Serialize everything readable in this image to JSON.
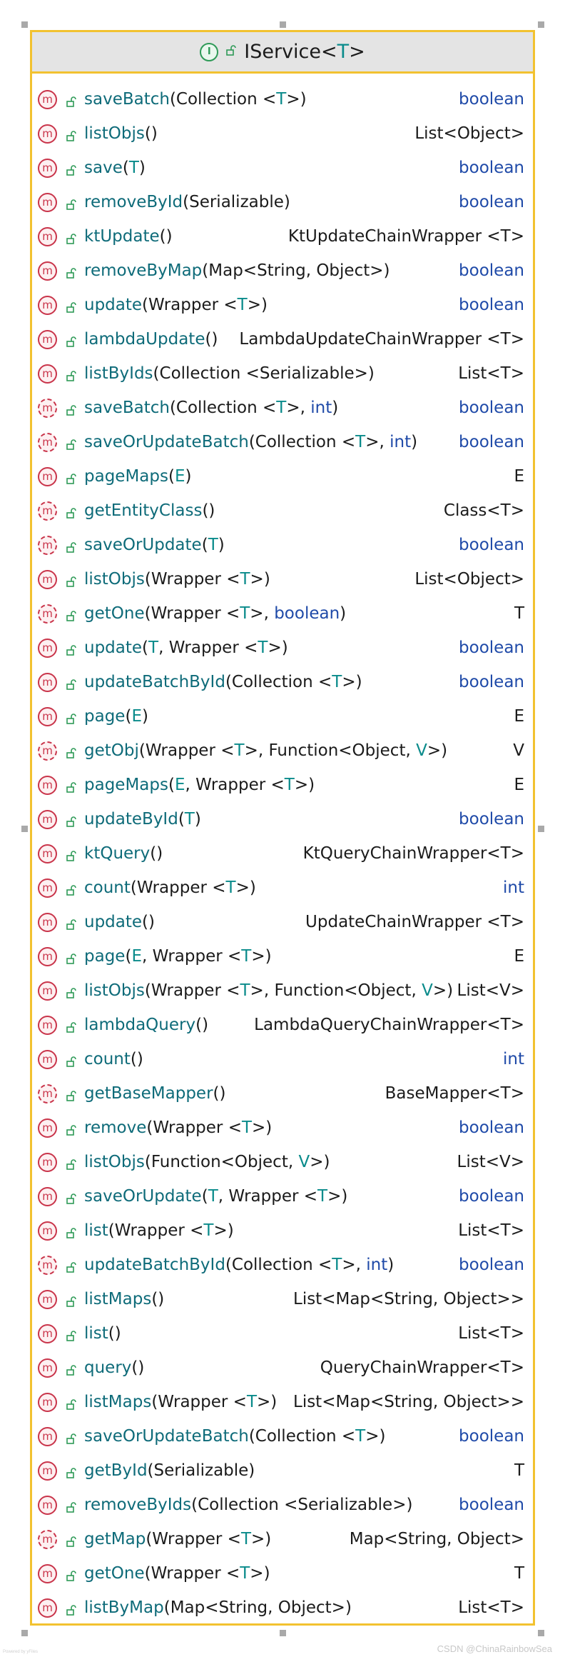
{
  "interface": {
    "icon_letter": "I",
    "name": "IService",
    "type_param": "T"
  },
  "members": [
    {
      "name": "saveBatch",
      "params": [
        {
          "t": "(Collection <"
        },
        {
          "t": "T",
          "c": "tp"
        },
        {
          "t": ">)"
        }
      ],
      "ret": "boolean",
      "ret_kw": true,
      "dashed": false
    },
    {
      "name": "listObjs",
      "params": [
        {
          "t": "()"
        }
      ],
      "ret": "List<Object>",
      "ret_kw": false,
      "dashed": false
    },
    {
      "name": "save",
      "params": [
        {
          "t": "("
        },
        {
          "t": "T",
          "c": "tp"
        },
        {
          "t": ")"
        }
      ],
      "ret": "boolean",
      "ret_kw": true,
      "dashed": false
    },
    {
      "name": "removeById",
      "params": [
        {
          "t": "(Serializable)"
        }
      ],
      "ret": "boolean",
      "ret_kw": true,
      "dashed": false
    },
    {
      "name": "ktUpdate",
      "params": [
        {
          "t": "()"
        }
      ],
      "ret": "KtUpdateChainWrapper <T>",
      "ret_kw": false,
      "dashed": false
    },
    {
      "name": "removeByMap",
      "params": [
        {
          "t": "(Map<String, Object>)"
        }
      ],
      "ret": "boolean",
      "ret_kw": true,
      "dashed": false
    },
    {
      "name": "update",
      "params": [
        {
          "t": "(Wrapper <"
        },
        {
          "t": "T",
          "c": "tp"
        },
        {
          "t": ">)"
        }
      ],
      "ret": "boolean",
      "ret_kw": true,
      "dashed": false
    },
    {
      "name": "lambdaUpdate",
      "params": [
        {
          "t": "()"
        }
      ],
      "ret": "LambdaUpdateChainWrapper <T>",
      "ret_kw": false,
      "dashed": false
    },
    {
      "name": "listByIds",
      "params": [
        {
          "t": "(Collection <Serializable>)"
        }
      ],
      "ret": "List<T>",
      "ret_kw": false,
      "dashed": false
    },
    {
      "name": "saveBatch",
      "params": [
        {
          "t": "(Collection <"
        },
        {
          "t": "T",
          "c": "tp"
        },
        {
          "t": ">, "
        },
        {
          "t": "int",
          "c": "kw"
        },
        {
          "t": ")"
        }
      ],
      "ret": "boolean",
      "ret_kw": true,
      "dashed": true
    },
    {
      "name": "saveOrUpdateBatch",
      "params": [
        {
          "t": "(Collection <"
        },
        {
          "t": "T",
          "c": "tp"
        },
        {
          "t": ">, "
        },
        {
          "t": "int",
          "c": "kw"
        },
        {
          "t": ")"
        }
      ],
      "ret": "boolean",
      "ret_kw": true,
      "dashed": true
    },
    {
      "name": "pageMaps",
      "params": [
        {
          "t": "("
        },
        {
          "t": "E",
          "c": "tp"
        },
        {
          "t": ")"
        }
      ],
      "ret": "E",
      "ret_kw": false,
      "ret_tp": true,
      "dashed": false
    },
    {
      "name": "getEntityClass",
      "params": [
        {
          "t": "()"
        }
      ],
      "ret": "Class<T>",
      "ret_kw": false,
      "dashed": true
    },
    {
      "name": "saveOrUpdate",
      "params": [
        {
          "t": "("
        },
        {
          "t": "T",
          "c": "tp"
        },
        {
          "t": ")"
        }
      ],
      "ret": "boolean",
      "ret_kw": true,
      "dashed": true
    },
    {
      "name": "listObjs",
      "params": [
        {
          "t": "(Wrapper <"
        },
        {
          "t": "T",
          "c": "tp"
        },
        {
          "t": ">)"
        }
      ],
      "ret": "List<Object>",
      "ret_kw": false,
      "dashed": false
    },
    {
      "name": "getOne",
      "params": [
        {
          "t": "(Wrapper <"
        },
        {
          "t": "T",
          "c": "tp"
        },
        {
          "t": ">, "
        },
        {
          "t": "boolean",
          "c": "kw"
        },
        {
          "t": ")"
        }
      ],
      "ret": "T",
      "ret_kw": false,
      "ret_tp": true,
      "dashed": true
    },
    {
      "name": "update",
      "params": [
        {
          "t": "("
        },
        {
          "t": "T",
          "c": "tp"
        },
        {
          "t": ", Wrapper <"
        },
        {
          "t": "T",
          "c": "tp"
        },
        {
          "t": ">)"
        }
      ],
      "ret": "boolean",
      "ret_kw": true,
      "dashed": false
    },
    {
      "name": "updateBatchById",
      "params": [
        {
          "t": "(Collection <"
        },
        {
          "t": "T",
          "c": "tp"
        },
        {
          "t": ">)"
        }
      ],
      "ret": "boolean",
      "ret_kw": true,
      "dashed": false
    },
    {
      "name": "page",
      "params": [
        {
          "t": "("
        },
        {
          "t": "E",
          "c": "tp"
        },
        {
          "t": ")"
        }
      ],
      "ret": "E",
      "ret_kw": false,
      "ret_tp": true,
      "dashed": false
    },
    {
      "name": "getObj",
      "params": [
        {
          "t": "(Wrapper <"
        },
        {
          "t": "T",
          "c": "tp"
        },
        {
          "t": ">, Function<Object, "
        },
        {
          "t": "V",
          "c": "tp"
        },
        {
          "t": ">)"
        }
      ],
      "ret": "V",
      "ret_kw": false,
      "ret_tp": true,
      "dashed": true
    },
    {
      "name": "pageMaps",
      "params": [
        {
          "t": "("
        },
        {
          "t": "E",
          "c": "tp"
        },
        {
          "t": ", Wrapper <"
        },
        {
          "t": "T",
          "c": "tp"
        },
        {
          "t": ">)"
        }
      ],
      "ret": "E",
      "ret_kw": false,
      "ret_tp": true,
      "dashed": false
    },
    {
      "name": "updateById",
      "params": [
        {
          "t": "("
        },
        {
          "t": "T",
          "c": "tp"
        },
        {
          "t": ")"
        }
      ],
      "ret": "boolean",
      "ret_kw": true,
      "dashed": false
    },
    {
      "name": "ktQuery",
      "params": [
        {
          "t": "()"
        }
      ],
      "ret": "KtQueryChainWrapper<T>",
      "ret_kw": false,
      "dashed": false
    },
    {
      "name": "count",
      "params": [
        {
          "t": "(Wrapper <"
        },
        {
          "t": "T",
          "c": "tp"
        },
        {
          "t": ">)"
        }
      ],
      "ret": "int",
      "ret_kw": true,
      "dashed": false
    },
    {
      "name": "update",
      "params": [
        {
          "t": "()"
        }
      ],
      "ret": "UpdateChainWrapper <T>",
      "ret_kw": false,
      "dashed": false
    },
    {
      "name": "page",
      "params": [
        {
          "t": "("
        },
        {
          "t": "E",
          "c": "tp"
        },
        {
          "t": ", Wrapper <"
        },
        {
          "t": "T",
          "c": "tp"
        },
        {
          "t": ">)"
        }
      ],
      "ret": "E",
      "ret_kw": false,
      "ret_tp": true,
      "dashed": false
    },
    {
      "name": "listObjs",
      "params": [
        {
          "t": "(Wrapper <"
        },
        {
          "t": "T",
          "c": "tp"
        },
        {
          "t": ">, Function<Object, "
        },
        {
          "t": "V",
          "c": "tp"
        },
        {
          "t": ">)"
        }
      ],
      "ret": "List<V>",
      "ret_kw": false,
      "dashed": false
    },
    {
      "name": "lambdaQuery",
      "params": [
        {
          "t": "()"
        }
      ],
      "ret": "LambdaQueryChainWrapper<T>",
      "ret_kw": false,
      "dashed": false
    },
    {
      "name": "count",
      "params": [
        {
          "t": "()"
        }
      ],
      "ret": "int",
      "ret_kw": true,
      "dashed": false
    },
    {
      "name": "getBaseMapper",
      "params": [
        {
          "t": "()"
        }
      ],
      "ret": "BaseMapper<T>",
      "ret_kw": false,
      "dashed": true
    },
    {
      "name": "remove",
      "params": [
        {
          "t": "(Wrapper <"
        },
        {
          "t": "T",
          "c": "tp"
        },
        {
          "t": ">)"
        }
      ],
      "ret": "boolean",
      "ret_kw": true,
      "dashed": false
    },
    {
      "name": "listObjs",
      "params": [
        {
          "t": "(Function<Object, "
        },
        {
          "t": "V",
          "c": "tp"
        },
        {
          "t": ">)"
        }
      ],
      "ret": "List<V>",
      "ret_kw": false,
      "dashed": false
    },
    {
      "name": "saveOrUpdate",
      "params": [
        {
          "t": "("
        },
        {
          "t": "T",
          "c": "tp"
        },
        {
          "t": ", Wrapper <"
        },
        {
          "t": "T",
          "c": "tp"
        },
        {
          "t": ">)"
        }
      ],
      "ret": "boolean",
      "ret_kw": true,
      "dashed": false
    },
    {
      "name": "list",
      "params": [
        {
          "t": "(Wrapper <"
        },
        {
          "t": "T",
          "c": "tp"
        },
        {
          "t": ">)"
        }
      ],
      "ret": "List<T>",
      "ret_kw": false,
      "dashed": false
    },
    {
      "name": "updateBatchById",
      "params": [
        {
          "t": "(Collection <"
        },
        {
          "t": "T",
          "c": "tp"
        },
        {
          "t": ">, "
        },
        {
          "t": "int",
          "c": "kw"
        },
        {
          "t": ")"
        }
      ],
      "ret": "boolean",
      "ret_kw": true,
      "dashed": true
    },
    {
      "name": "listMaps",
      "params": [
        {
          "t": "()"
        }
      ],
      "ret": "List<Map<String, Object>>",
      "ret_kw": false,
      "dashed": false
    },
    {
      "name": "list",
      "params": [
        {
          "t": "()"
        }
      ],
      "ret": "List<T>",
      "ret_kw": false,
      "dashed": false
    },
    {
      "name": "query",
      "params": [
        {
          "t": "()"
        }
      ],
      "ret": "QueryChainWrapper<T>",
      "ret_kw": false,
      "dashed": false
    },
    {
      "name": "listMaps",
      "params": [
        {
          "t": "(Wrapper <"
        },
        {
          "t": "T",
          "c": "tp"
        },
        {
          "t": ">)"
        }
      ],
      "ret": "List<Map<String, Object>>",
      "ret_kw": false,
      "dashed": false
    },
    {
      "name": "saveOrUpdateBatch",
      "params": [
        {
          "t": "(Collection <"
        },
        {
          "t": "T",
          "c": "tp"
        },
        {
          "t": ">)"
        }
      ],
      "ret": "boolean",
      "ret_kw": true,
      "dashed": false
    },
    {
      "name": "getById",
      "params": [
        {
          "t": "(Serializable)"
        }
      ],
      "ret": "T",
      "ret_kw": false,
      "ret_tp": true,
      "dashed": false
    },
    {
      "name": "removeByIds",
      "params": [
        {
          "t": "(Collection <Serializable>)"
        }
      ],
      "ret": "boolean",
      "ret_kw": true,
      "dashed": false
    },
    {
      "name": "getMap",
      "params": [
        {
          "t": "(Wrapper <"
        },
        {
          "t": "T",
          "c": "tp"
        },
        {
          "t": ">)"
        }
      ],
      "ret": "Map<String, Object>",
      "ret_kw": false,
      "dashed": true
    },
    {
      "name": "getOne",
      "params": [
        {
          "t": "(Wrapper <"
        },
        {
          "t": "T",
          "c": "tp"
        },
        {
          "t": ">)"
        }
      ],
      "ret": "T",
      "ret_kw": false,
      "ret_tp": true,
      "dashed": false
    },
    {
      "name": "listByMap",
      "params": [
        {
          "t": "(Map<String, Object>)"
        }
      ],
      "ret": "List<T>",
      "ret_kw": false,
      "dashed": false
    }
  ],
  "member_icon_letter": "m",
  "watermark": "CSDN @ChinaRainbowSea",
  "footnote": "Powered by yFiles",
  "colors": {
    "border": "#f2c230",
    "header_bg": "#e4e4e4",
    "method_icon": "#c9344a",
    "interface_icon": "#2e9a57",
    "method_name": "#0e6b79",
    "type_param": "#0a8b8b",
    "keyword": "#1f4aa8",
    "visibility_icon": "#2e9a57"
  }
}
